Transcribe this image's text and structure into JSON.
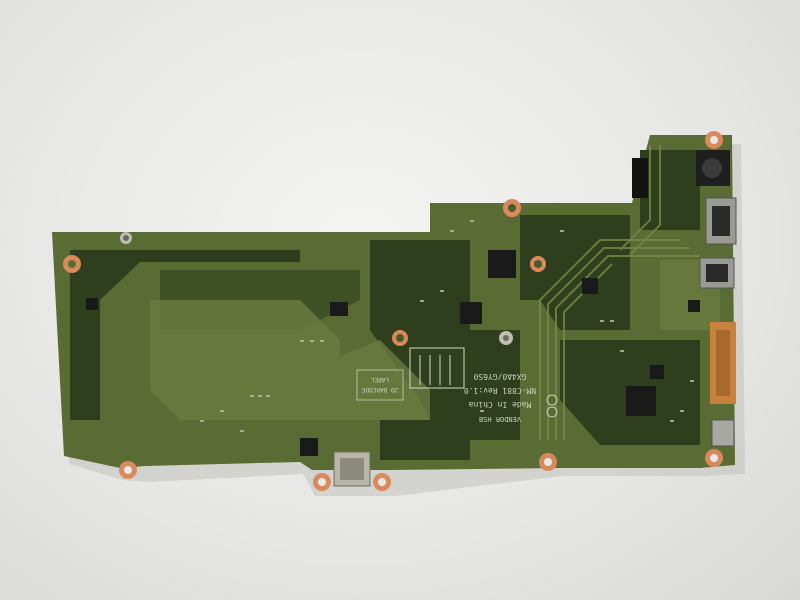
{
  "board": {
    "model_line": "GX4A0/GY6S0",
    "revision_line": "NM-C881 Rev:1.0",
    "origin_line": "Made In China",
    "vendor_label": "VENDOR",
    "vendor_code": "HSB",
    "barcode_label_line1": "2D BARCODE",
    "barcode_label_line2": "LABEL"
  },
  "colors": {
    "board_green": "#5b6b34",
    "dark_green": "#2d3d1c",
    "copper_pad": "#d98a5c",
    "background": "#e8e8e6"
  }
}
